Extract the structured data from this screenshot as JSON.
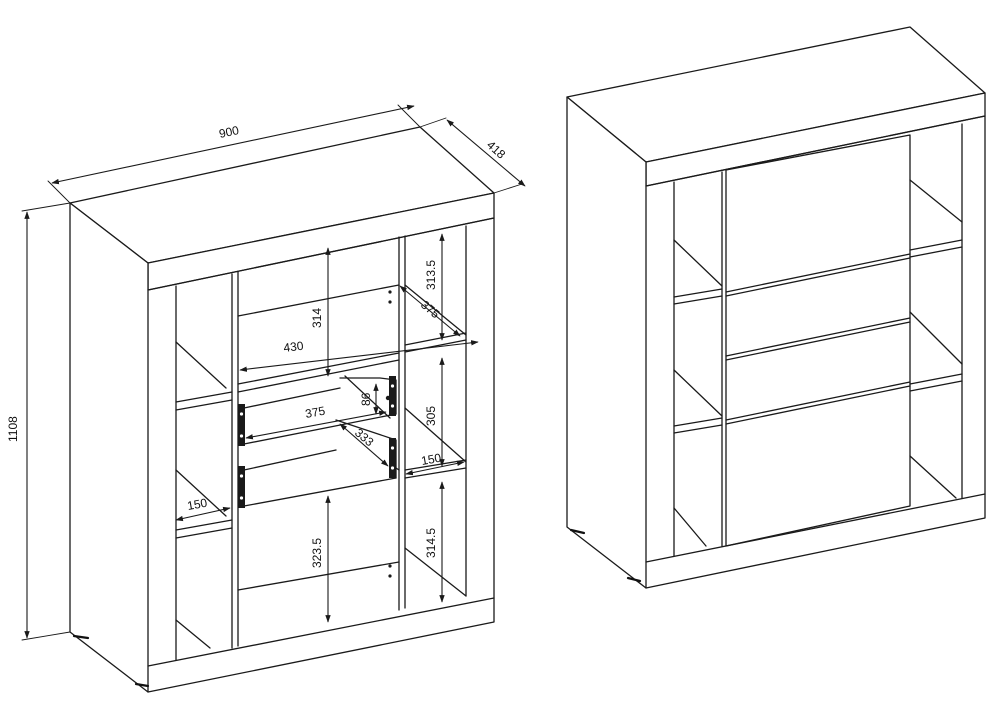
{
  "diagram": {
    "dimensions": {
      "width": "900",
      "depth": "418",
      "height": "1108",
      "inner_top_left": "313.5",
      "inner_top_center": "314",
      "drawer_length": "375",
      "shelf_width": "430",
      "drawer_width": "375",
      "drawer_height": "86",
      "drawer_depth": "333",
      "mid_right": "305",
      "shelf_depth_right": "150",
      "shelf_depth_left": "150",
      "bottom_center": "323.5",
      "bottom_right": "314.5"
    }
  }
}
